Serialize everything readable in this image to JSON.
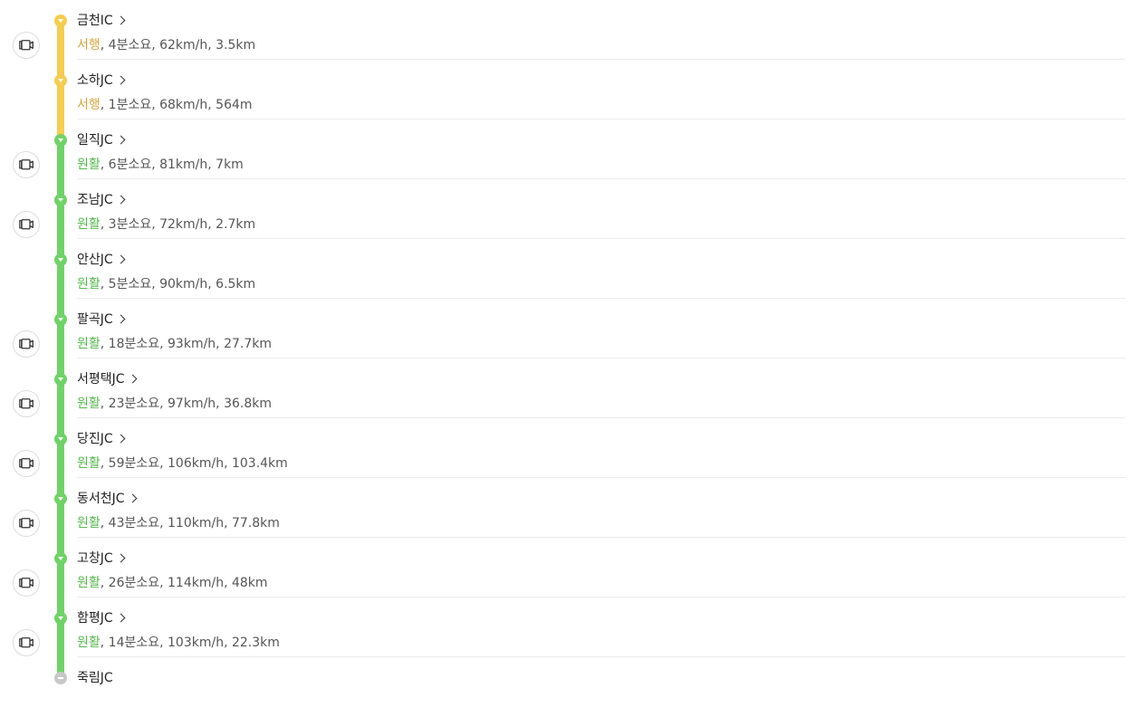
{
  "colors": {
    "slow": "#f5cd4f",
    "slow_text": "#d4a53c",
    "smooth": "#6fd367",
    "smooth_text": "#56b94d",
    "end": "#c8c8c8"
  },
  "stops": [
    {
      "name": "금천IC",
      "status": "서행",
      "level": "slow",
      "info": ", 4분소요, 62km/h, 3.5km",
      "camera": true
    },
    {
      "name": "소하JC",
      "status": "서행",
      "level": "slow",
      "info": ", 1분소요, 68km/h, 564m",
      "camera": false
    },
    {
      "name": "일직JC",
      "status": "원활",
      "level": "smooth",
      "info": ", 6분소요, 81km/h, 7km",
      "camera": true
    },
    {
      "name": "조남JC",
      "status": "원활",
      "level": "smooth",
      "info": ", 3분소요, 72km/h, 2.7km",
      "camera": true
    },
    {
      "name": "안산JC",
      "status": "원활",
      "level": "smooth",
      "info": ", 5분소요, 90km/h, 6.5km",
      "camera": false
    },
    {
      "name": "팔곡JC",
      "status": "원활",
      "level": "smooth",
      "info": ", 18분소요, 93km/h, 27.7km",
      "camera": true
    },
    {
      "name": "서평택JC",
      "status": "원활",
      "level": "smooth",
      "info": ", 23분소요, 97km/h, 36.8km",
      "camera": true
    },
    {
      "name": "당진JC",
      "status": "원활",
      "level": "smooth",
      "info": ", 59분소요, 106km/h, 103.4km",
      "camera": true
    },
    {
      "name": "동서천JC",
      "status": "원활",
      "level": "smooth",
      "info": ", 43분소요, 110km/h, 77.8km",
      "camera": true
    },
    {
      "name": "고창JC",
      "status": "원활",
      "level": "smooth",
      "info": ", 26분소요, 114km/h, 48km",
      "camera": true
    },
    {
      "name": "함평JC",
      "status": "원활",
      "level": "smooth",
      "info": ", 14분소요, 103km/h, 22.3km",
      "camera": true
    }
  ],
  "end_stop": {
    "name": "죽림JC"
  },
  "icons": {
    "camera": "camera-icon",
    "chevron": "chevron-right-icon",
    "node": "route-node-icon"
  }
}
